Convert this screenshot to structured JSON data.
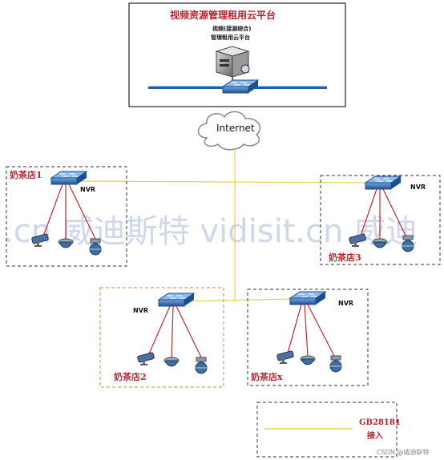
{
  "platform": {
    "title": "视频资源管理租用云平台",
    "sub_line1": "视频(接源综合)",
    "sub_line2": "管理租用云平台"
  },
  "internet_label": "Internet",
  "stores": [
    {
      "name": "奶茶店1",
      "nvr": "NVR"
    },
    {
      "name": "奶茶店3",
      "nvr": "NVR"
    },
    {
      "name": "奶茶店2",
      "nvr": "NVR"
    },
    {
      "name": "奶茶店x",
      "nvr": "NVR"
    }
  ],
  "legend": {
    "line1": "GB28181",
    "line2": "接入"
  },
  "watermark": ".cn 威迪斯特 vidisit.cn 威迪",
  "footer": "CSDN @威迪斯特",
  "colors": {
    "link_line": "#e8d24a",
    "camera_line": "#c0282e",
    "switch_blue": "#2f6fb6",
    "title_red": "#b3262d",
    "dash_orange": "#d08a3e"
  }
}
